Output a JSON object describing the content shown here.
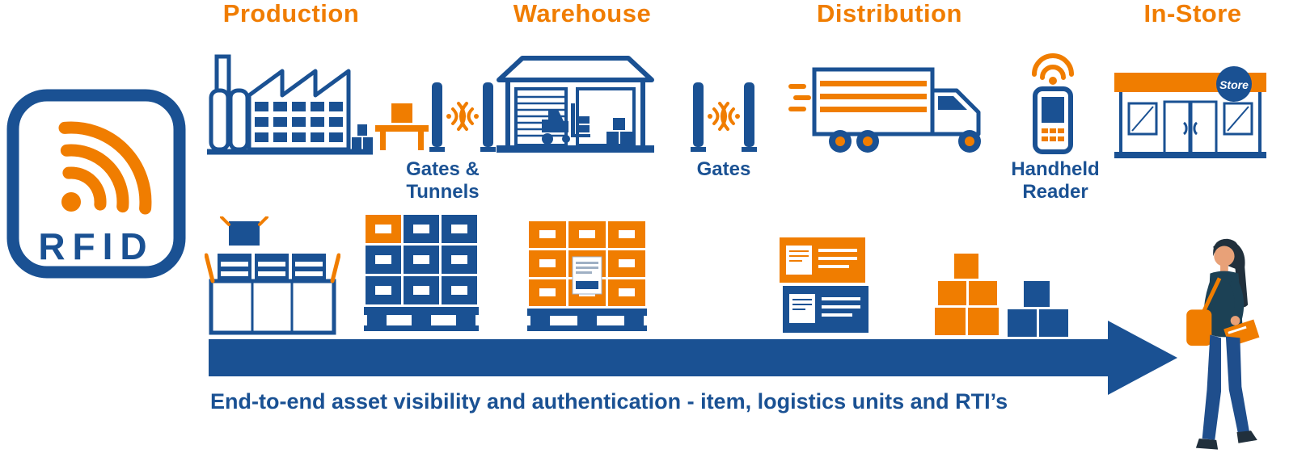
{
  "colors": {
    "blue": "#1A5193",
    "orange": "#F07D00"
  },
  "stages": [
    {
      "label": "Production"
    },
    {
      "label": "Warehouse"
    },
    {
      "label": "Distribution"
    },
    {
      "label": "In-Store"
    }
  ],
  "rfid": {
    "text": "RFID"
  },
  "checkpoints": {
    "gates_tunnels": {
      "line1": "Gates &",
      "line2": "Tunnels"
    },
    "gates": {
      "label": "Gates"
    },
    "handheld": {
      "line1": "Handheld",
      "line2": "Reader"
    }
  },
  "store": {
    "sign": "Store"
  },
  "arrow": {
    "caption": "End-to-end asset visibility and authentication - item, logistics units and RTI’s"
  },
  "icons": [
    "rfid-logo",
    "factory-icon",
    "conveyor-icon",
    "gate-tunnel-icon",
    "warehouse-icon",
    "gate-icon",
    "truck-icon",
    "handheld-reader-icon",
    "store-icon",
    "open-carton-icon",
    "pallet-blue-boxes-icon",
    "pallet-orange-boxes-icon",
    "stacked-cartons-icon",
    "orange-box-stack-icon",
    "blue-box-stack-icon",
    "flow-arrow",
    "shopper-icon"
  ]
}
